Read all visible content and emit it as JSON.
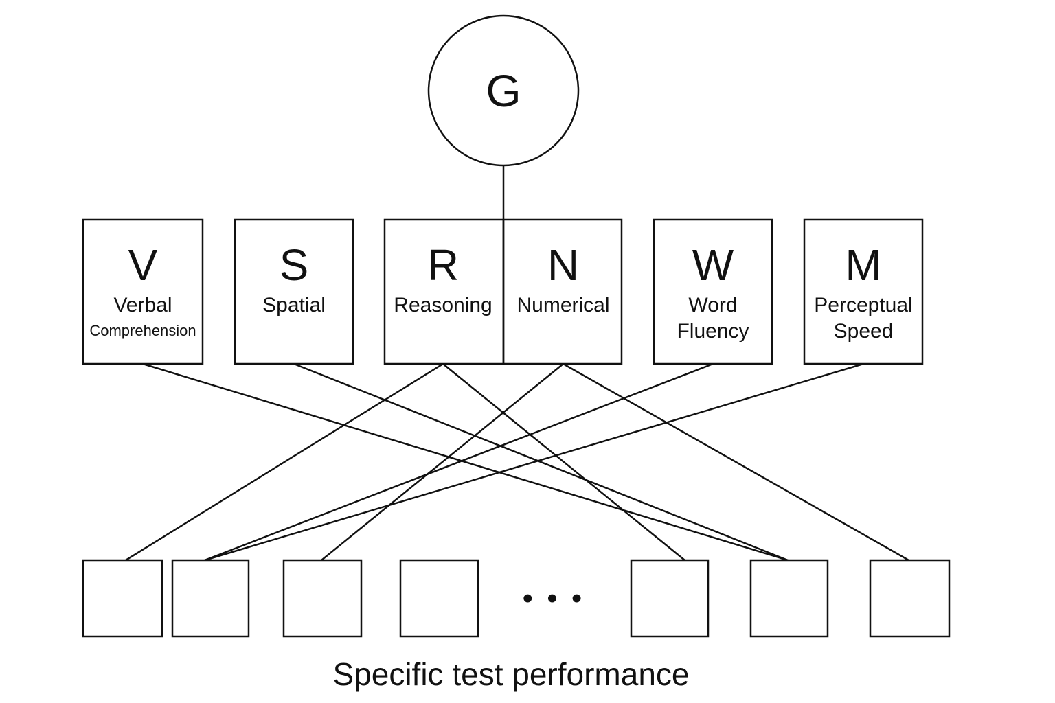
{
  "general_factor": {
    "letter": "G"
  },
  "factors": [
    {
      "id": "V",
      "letter": "V",
      "name_lines": [
        "Verbal",
        "Comprehension"
      ]
    },
    {
      "id": "S",
      "letter": "S",
      "name_lines": [
        "Spatial"
      ]
    },
    {
      "id": "R",
      "letter": "R",
      "name_lines": [
        "Reasoning"
      ]
    },
    {
      "id": "N",
      "letter": "N",
      "name_lines": [
        "Numerical"
      ]
    },
    {
      "id": "W",
      "letter": "W",
      "name_lines": [
        "Word",
        "Fluency"
      ]
    },
    {
      "id": "M",
      "letter": "M",
      "name_lines": [
        "Perceptual",
        "Speed"
      ]
    }
  ],
  "tests": {
    "count": 7,
    "ellipsis": "• • •"
  },
  "links": [
    {
      "from": "V",
      "to_test": 6
    },
    {
      "from": "S",
      "to_test": 6
    },
    {
      "from": "R",
      "to_test": 1
    },
    {
      "from": "R",
      "to_test": 5
    },
    {
      "from": "N",
      "to_test": 3
    },
    {
      "from": "N",
      "to_test": 7
    },
    {
      "from": "W",
      "to_test": 2
    },
    {
      "from": "M",
      "to_test": 2
    }
  ],
  "caption": "Specific test performance"
}
